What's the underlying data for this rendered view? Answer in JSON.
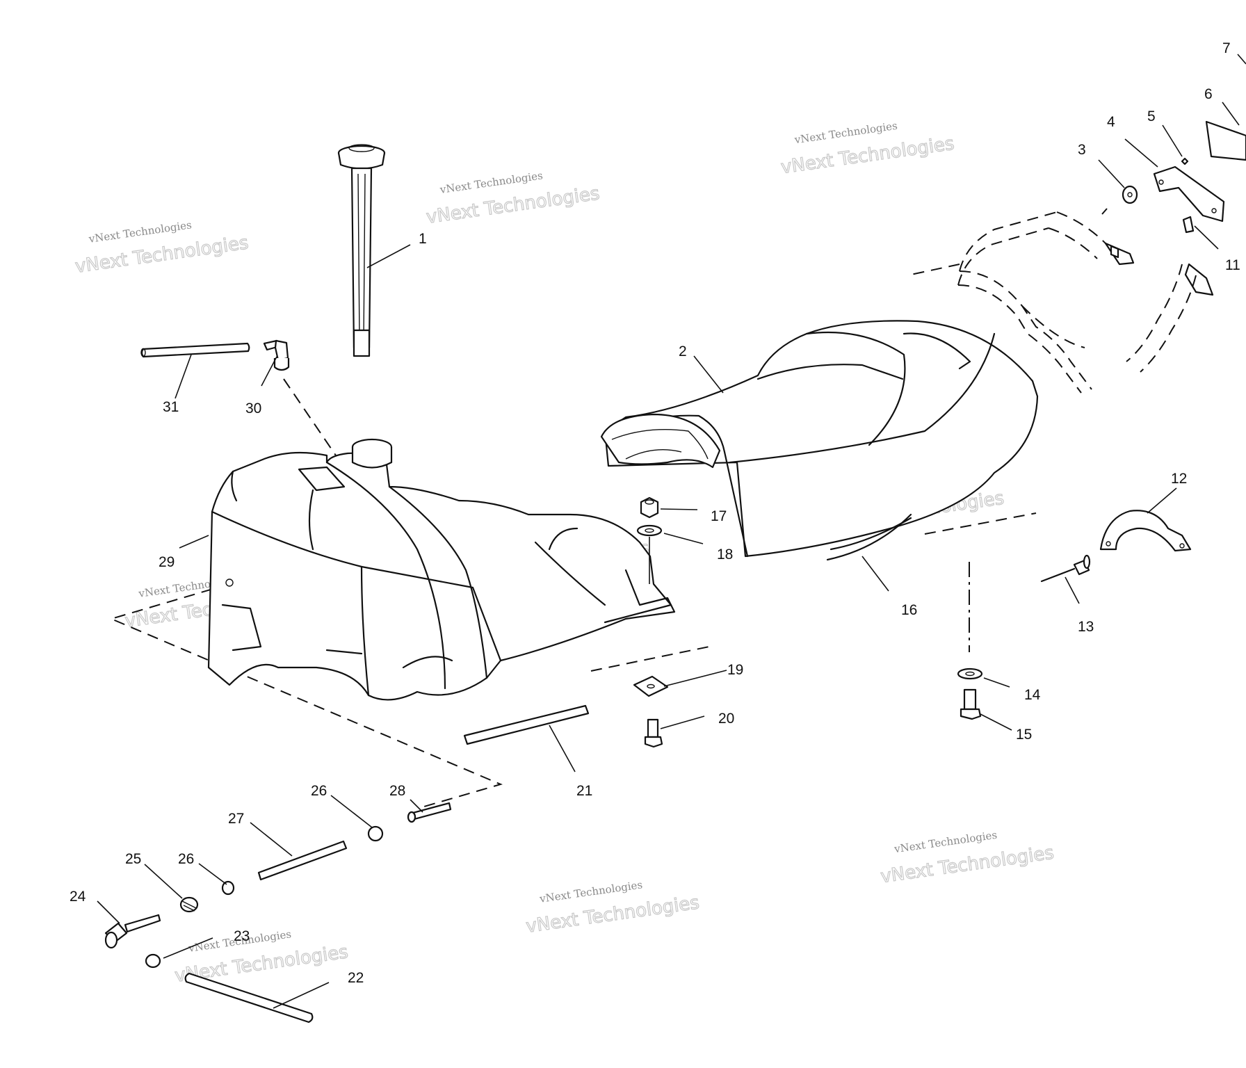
{
  "diagram": {
    "watermark": {
      "line1": "vNext Technologies",
      "line2": "vNext Technologies"
    },
    "callouts": [
      {
        "id": "1",
        "label": "1"
      },
      {
        "id": "2",
        "label": "2"
      },
      {
        "id": "3",
        "label": "3"
      },
      {
        "id": "4",
        "label": "4"
      },
      {
        "id": "5",
        "label": "5"
      },
      {
        "id": "6",
        "label": "6"
      },
      {
        "id": "7",
        "label": "7"
      },
      {
        "id": "11",
        "label": "11"
      },
      {
        "id": "12",
        "label": "12"
      },
      {
        "id": "13",
        "label": "13"
      },
      {
        "id": "14",
        "label": "14"
      },
      {
        "id": "15",
        "label": "15"
      },
      {
        "id": "16",
        "label": "16"
      },
      {
        "id": "17",
        "label": "17"
      },
      {
        "id": "18",
        "label": "18"
      },
      {
        "id": "19",
        "label": "19"
      },
      {
        "id": "20",
        "label": "20"
      },
      {
        "id": "21",
        "label": "21"
      },
      {
        "id": "22",
        "label": "22"
      },
      {
        "id": "23",
        "label": "23"
      },
      {
        "id": "24",
        "label": "24"
      },
      {
        "id": "25",
        "label": "25"
      },
      {
        "id": "26a",
        "label": "26"
      },
      {
        "id": "26b",
        "label": "26"
      },
      {
        "id": "27",
        "label": "27"
      },
      {
        "id": "28",
        "label": "28"
      },
      {
        "id": "29",
        "label": "29"
      },
      {
        "id": "30",
        "label": "30"
      },
      {
        "id": "31",
        "label": "31"
      }
    ]
  }
}
